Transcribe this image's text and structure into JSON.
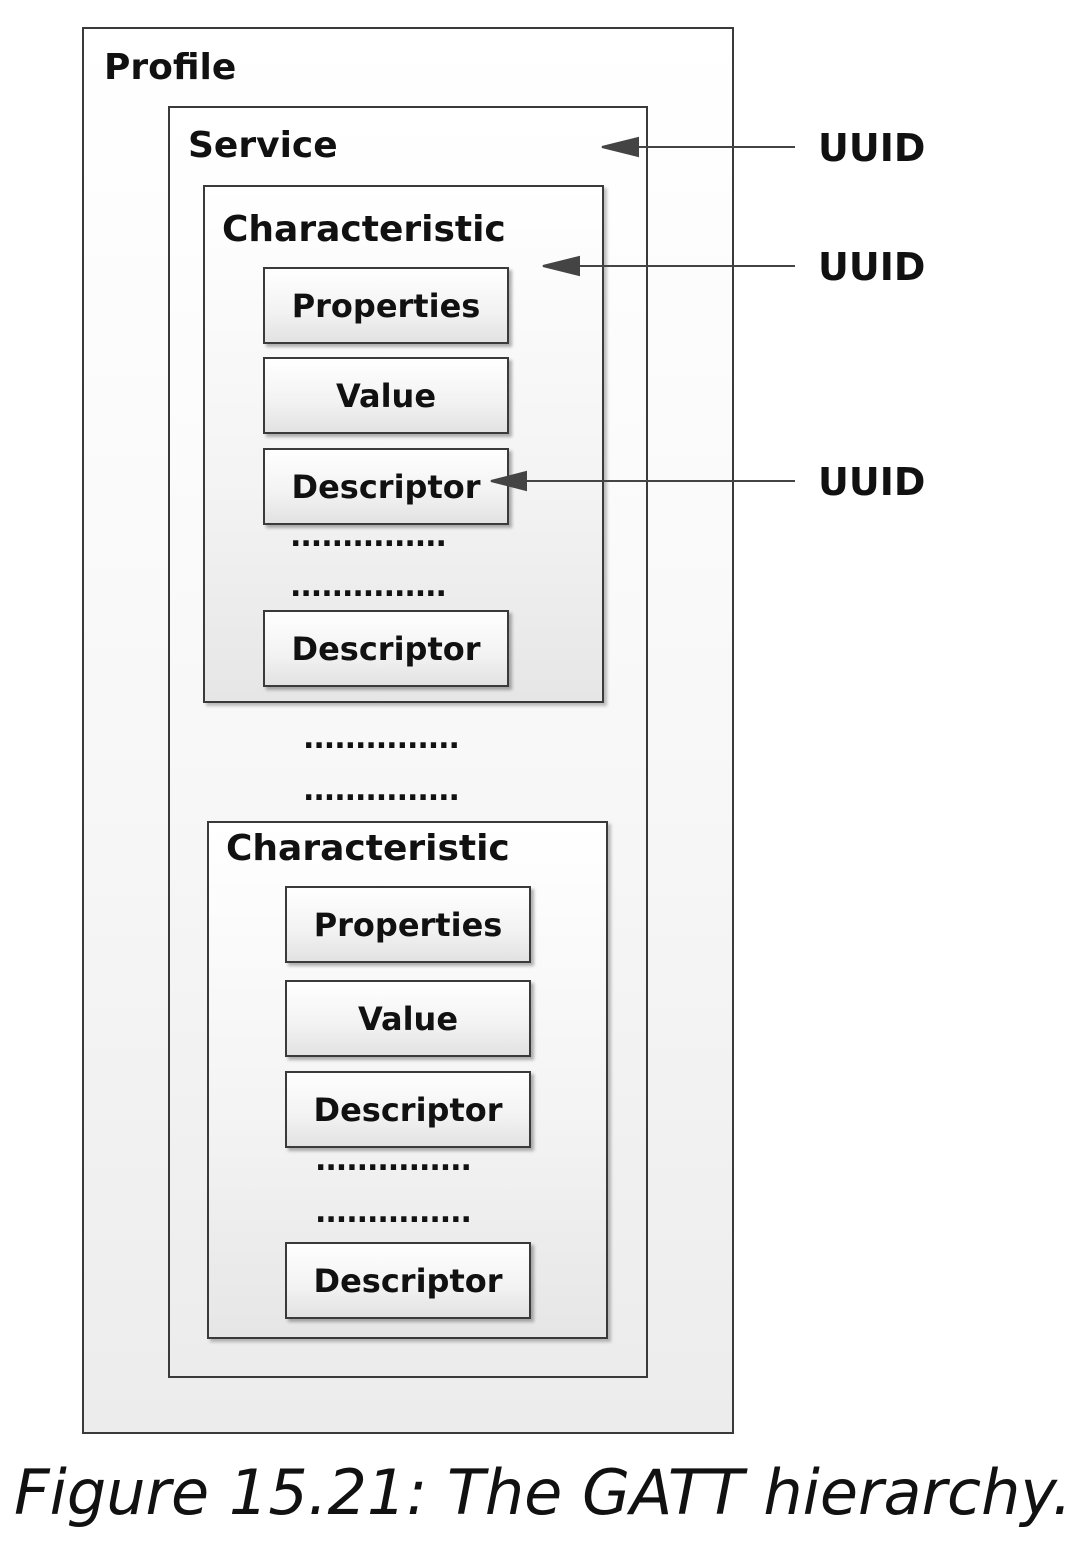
{
  "profile": {
    "label": "Profile"
  },
  "service": {
    "label": "Service"
  },
  "characteristics": [
    {
      "label": "Characteristic",
      "items": [
        "Properties",
        "Value",
        "Descriptor",
        "Descriptor"
      ],
      "ellipsis": [
        "...............",
        "..............."
      ]
    },
    {
      "label": "Characteristic",
      "items": [
        "Properties",
        "Value",
        "Descriptor",
        "Descriptor"
      ],
      "ellipsis": [
        "...............",
        "..............."
      ]
    }
  ],
  "between_ellipsis": [
    "...............",
    "..............."
  ],
  "uuid_labels": [
    "UUID",
    "UUID",
    "UUID"
  ],
  "caption": "Figure 15.21: The GATT hierarchy."
}
